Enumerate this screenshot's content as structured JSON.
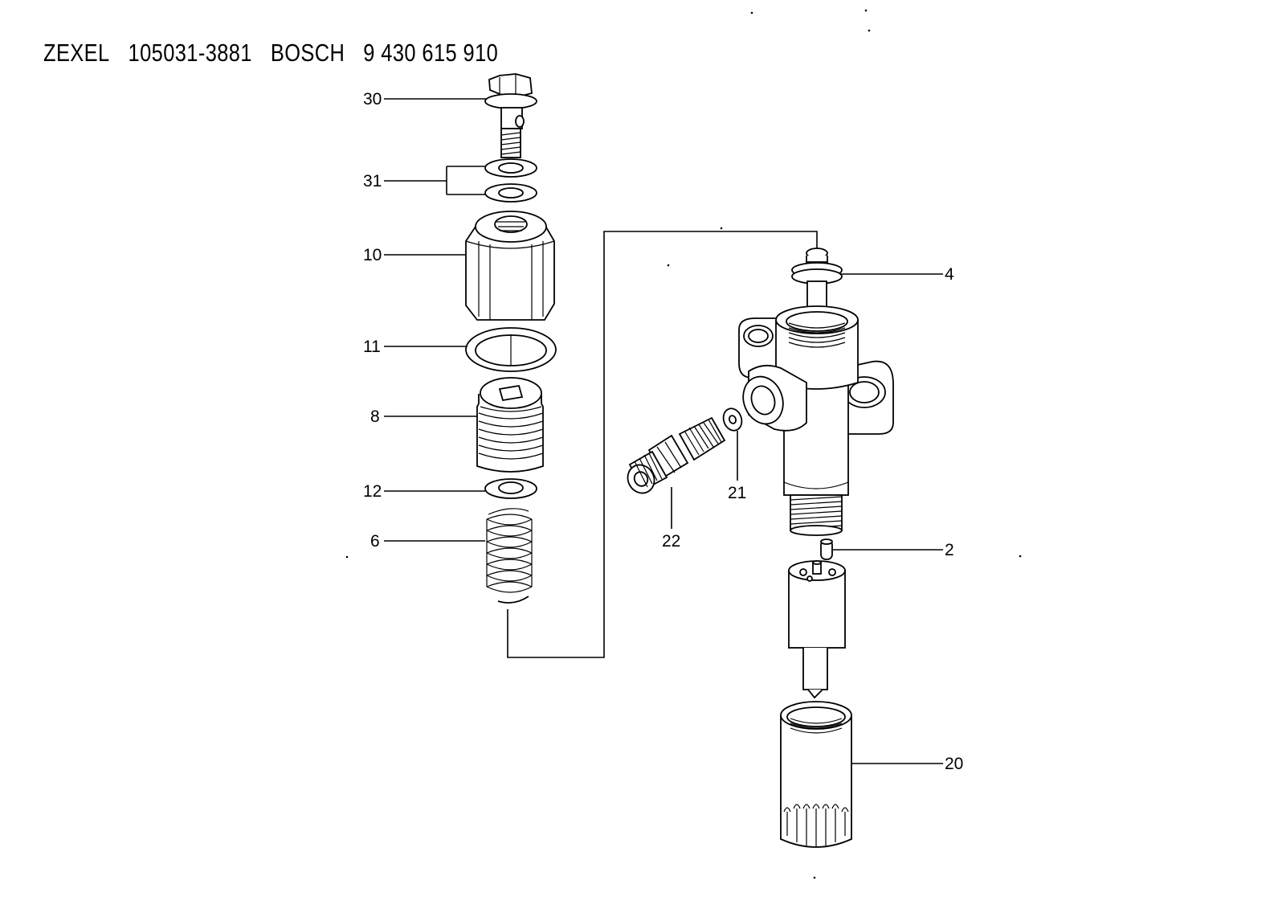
{
  "header": {
    "brand1": "ZEXEL",
    "part1": "105031-3881",
    "brand2": "BOSCH",
    "part2": "9 430 615 910"
  },
  "callouts": {
    "c30": "30",
    "c31": "31",
    "c10": "10",
    "c11": "11",
    "c8": "8",
    "c12": "12",
    "c6": "6",
    "c4": "4",
    "c2": "2",
    "c20": "20",
    "c21": "21",
    "c22": "22"
  },
  "components": [
    "banjo-bolt",
    "gasket-pair",
    "cap-nut",
    "seal-ring",
    "spring-seat",
    "shim",
    "pressure-spring",
    "push-rod",
    "nozzle-holder-body",
    "dowel-pin",
    "nozzle",
    "retaining-nut",
    "washer",
    "connector"
  ]
}
